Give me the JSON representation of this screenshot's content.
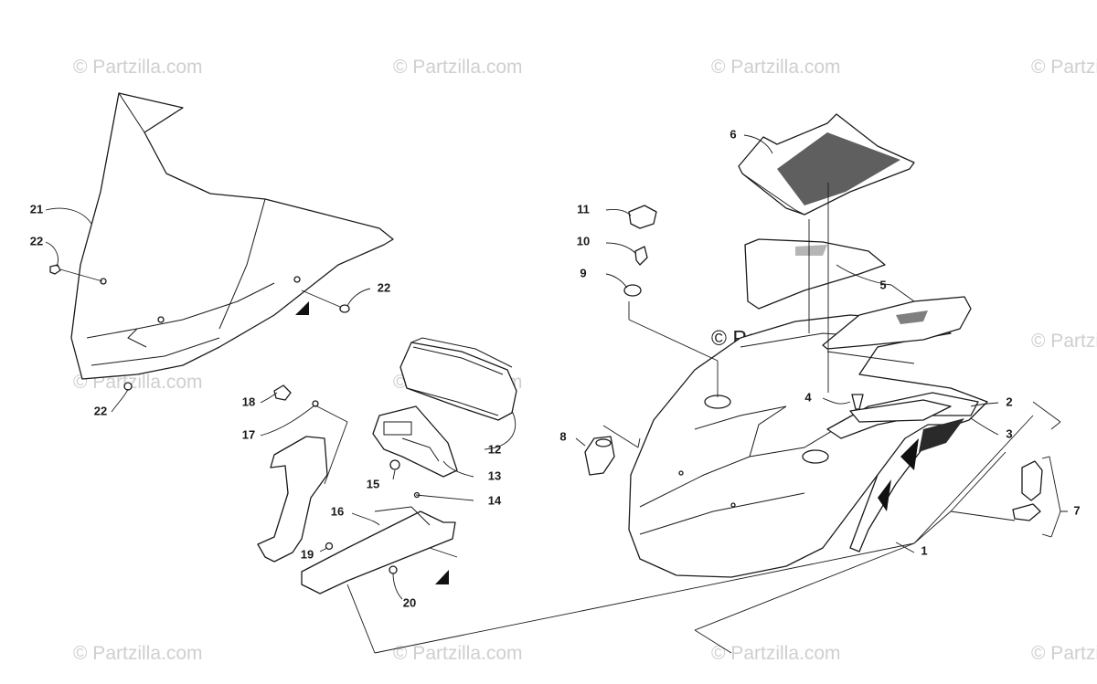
{
  "watermark": {
    "text": "© Partzilla.com"
  },
  "callouts": {
    "c1": "1",
    "c2": "2",
    "c3": "3",
    "c4": "4",
    "c5": "5",
    "c6": "6",
    "c7": "7",
    "c8": "8",
    "c9": "9",
    "c10": "10",
    "c11": "11",
    "c12": "12",
    "c13": "13",
    "c14": "14",
    "c15": "15",
    "c16": "16",
    "c17": "17",
    "c18": "18",
    "c19": "19",
    "c20": "20",
    "c21": "21",
    "c22a": "22",
    "c22b": "22",
    "c22c": "22"
  },
  "colors": {
    "line": "#1a1a1a",
    "watermark": "#cfcfcf",
    "background": "#ffffff"
  }
}
